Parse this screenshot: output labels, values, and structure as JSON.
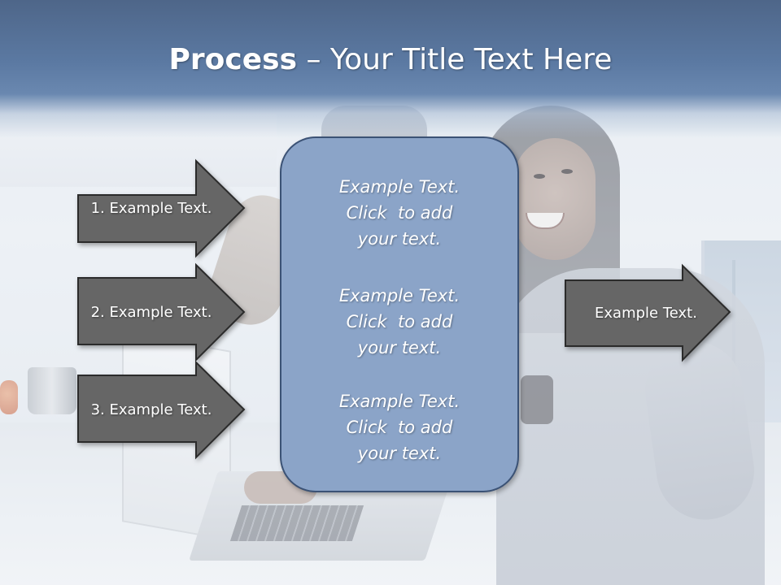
{
  "slide": {
    "title_bold": "Process",
    "title_rest": " – Your Title Text Here",
    "left_arrows": [
      {
        "label": "1. Example Text."
      },
      {
        "label": "2. Example Text."
      },
      {
        "label": "3. Example Text."
      }
    ],
    "center_box": {
      "paragraphs": [
        {
          "lines": [
            "Example Text.",
            "Click  to add",
            "your text."
          ]
        },
        {
          "lines": [
            "Example Text.",
            "Click  to add",
            "your text."
          ]
        },
        {
          "lines": [
            "Example Text.",
            "Click  to add",
            "your text."
          ]
        }
      ]
    },
    "right_arrow": {
      "label": "Example Text."
    }
  },
  "colors": {
    "arrow_fill": "#666666",
    "arrow_stroke": "#2b2b2b",
    "box_fill": "#8ba4c8",
    "box_stroke": "#3b5275",
    "header": "#5b79a2"
  }
}
